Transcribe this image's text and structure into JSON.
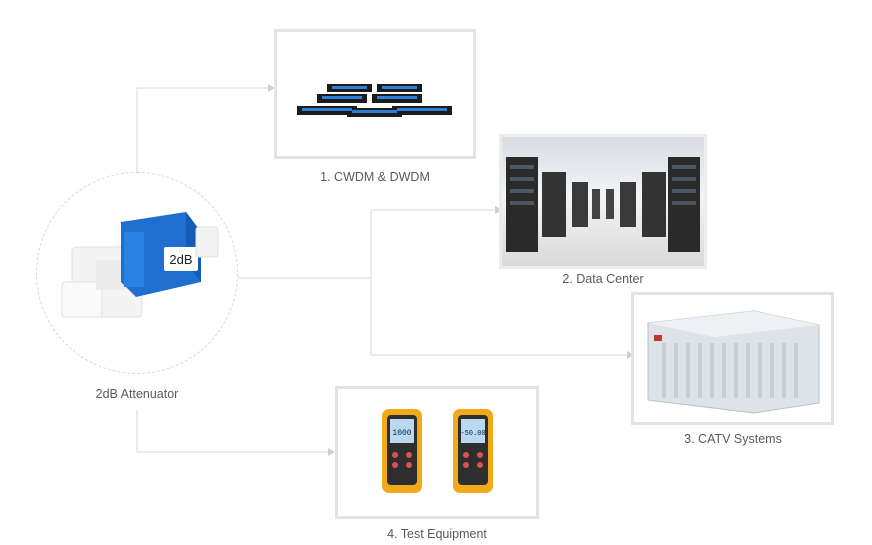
{
  "source": {
    "label": "2dB Attenuator",
    "device_text": "2dB"
  },
  "applications": [
    {
      "label": "1. CWDM & DWDM"
    },
    {
      "label": "2. Data Center"
    },
    {
      "label": "3. CATV Systems"
    },
    {
      "label": "4. Test Equipment"
    }
  ],
  "meters": {
    "left_display": "1000",
    "right_display": "-50.00"
  },
  "colors": {
    "connector_line": "#d6d6d6",
    "frame_border": "#e3e3e3",
    "attenuator_blue": "#1f6fd1",
    "meter_orange": "#f2a91a"
  }
}
